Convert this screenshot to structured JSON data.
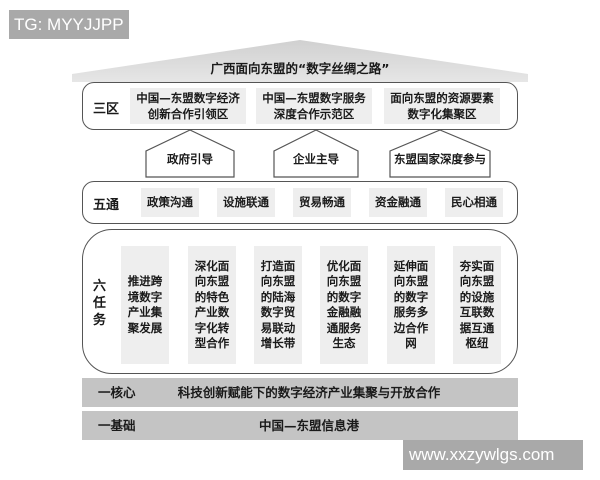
{
  "watermarks": {
    "top_left": "TG: MYYJJPP",
    "bottom_right": "www.xxzywlgs.com"
  },
  "title": "广西面向东盟的“数字丝绸之路”",
  "sanqu": {
    "label": "三区",
    "items": [
      {
        "line1": "中国—东盟数字经济",
        "line2": "创新合作引领区"
      },
      {
        "line1": "中国—东盟数字服务",
        "line2": "深度合作示范区"
      },
      {
        "line1": "面向东盟的资源要素",
        "line2": "数字化集聚区"
      }
    ]
  },
  "drivers": [
    "政府引导",
    "企业主导",
    "东盟国家深度参与"
  ],
  "wutong": {
    "label": "五通",
    "items": [
      "政策沟通",
      "设施联通",
      "贸易畅通",
      "资金融通",
      "民心相通"
    ]
  },
  "liurenwu": {
    "label": "六任务",
    "items": [
      "推进跨境数字产业集聚发展",
      "深化面向东盟的特色产业数字化转型合作",
      "打造面向东盟的陆海数字贸易联动增长带",
      "优化面向东盟的数字金融融通服务生态",
      "延伸面向东盟的数字服务多边合作网",
      "夯实面向东盟的设施互联数据互通枢纽"
    ]
  },
  "hexin": {
    "label": "一核心",
    "text": "科技创新赋能下的数字经济产业集聚与开放合作"
  },
  "jichu": {
    "label": "一基础",
    "text": "中国—东盟信息港"
  }
}
